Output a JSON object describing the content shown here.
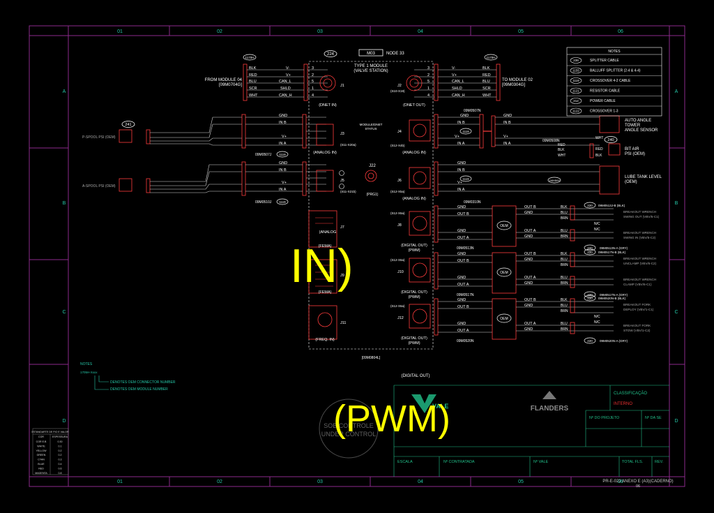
{
  "frame": {
    "columns": [
      "01",
      "02",
      "03",
      "04",
      "05",
      "06"
    ],
    "rows": [
      "A",
      "B",
      "C",
      "D"
    ]
  },
  "colors": {
    "background": "#000000",
    "frame": "#8c2a8c",
    "text": "#ffffff",
    "wire": "#d8d8d8",
    "connector": "#ff3c3c",
    "title_block": "#22c08a",
    "watermark": "#ffff00",
    "grid_label": "#26c7a8"
  },
  "header": {
    "module_ref": "M03",
    "node": "NODE 33",
    "ref_224": "224",
    "module_title_1": "TYPE 1 MODULE",
    "module_title_2": "(VALVE STATION)",
    "from_module": "FROM MODULE 04",
    "from_module_ref": "[09M0704G]",
    "to_module": "TO MODULE 02",
    "to_module_ref": "[09M0304G]",
    "ref_tag_left": "1170H",
    "ref_tag_right": "1170H"
  },
  "net_left": {
    "colors": [
      "BLK",
      "RED",
      "BLU",
      "SCR",
      "WHT"
    ],
    "signals": [
      "V-",
      "V+",
      "CAN_L",
      "SHLD",
      "CAN_H"
    ],
    "pins": [
      "3",
      "2",
      "5",
      "1",
      "4"
    ]
  },
  "net_right": {
    "colors": [
      "BLK",
      "RED",
      "BLU",
      "SCR",
      "WHT"
    ],
    "signals": [
      "V-",
      "V+",
      "CAN_L",
      "SHLD",
      "CAN_H"
    ],
    "pins": [
      "3",
      "2",
      "5",
      "1",
      "4"
    ]
  },
  "connectors": {
    "j1": "J1",
    "j2": "J2",
    "j3": "J3",
    "j4": "J4",
    "j5": "J5",
    "j6": "J6",
    "j7": "J7",
    "j8": "J8",
    "j9": "J9",
    "j10": "J10",
    "j11": "J11",
    "j12": "J12",
    "j22": "J22",
    "dnet_in": "(DNET IN)",
    "dnet_out": "(DNET OUT)",
    "analog_in": "(ANALOG IN)",
    "analog": "(ANALOG",
    "fema": "(FEMA)",
    "freq_in": "(FREQ. IN)",
    "digital_out_pwm": "(DIGITAL OUT) (PWM)",
    "digital_out": "(DIGITAL OUT)",
    "prg": "(PRG1)",
    "module_status_1": "MODULE/DNET",
    "module_status_2": "STATUS",
    "module_ref_bottom": "[09M0804L]",
    "part_1": "(S10-X19)",
    "part_2": "(S11-X20a)",
    "part_3": "(S11-X21b)",
    "part_4": "(S12-X4b)",
    "part_5": "(S12-X5a)",
    "part_6": "(S12-X6a)"
  },
  "left_sensors": {
    "ref_241": "241",
    "sensor1": "P-SPOOL PSI (OEM)",
    "sensor2": "A-SPOOL PSI (OEM)",
    "cable1": "09M0507J",
    "cable2": "09M0510J",
    "ref_1119": "1119",
    "wires_top": [
      "GND",
      "IN B",
      "V+",
      "IN A"
    ],
    "wires_bottom": [
      "GND",
      "IN B",
      "V+",
      "IN A"
    ]
  },
  "right_devices": {
    "auto_angle": [
      "AUTO ANGLE",
      "TOWER",
      "ANGLE SENSOR"
    ],
    "bit_air": [
      "BIT AIR",
      "PSI (OEM)"
    ],
    "lube_tank": [
      "LUBE TANK LEVEL",
      "(OEM)"
    ],
    "ref_240": "240",
    "cable_507n": "09M0507N",
    "cable_508n": "09M0508N",
    "cable_310n": "09M0310N",
    "cable_513n": "09M0513N",
    "cable_517n": "09M0517N",
    "cable_520n": "09M0520N",
    "ref_1119": "1119",
    "tag_hmv": "1MH509",
    "wires_bitair": [
      "WHT",
      "RED",
      "BLK",
      "WHT",
      "RED",
      "BLK"
    ],
    "wires_analog": [
      "GND",
      "IN B",
      "V+",
      "IN A"
    ],
    "wires_analog2": [
      "GND",
      "IN B",
      "V+",
      "IN A"
    ]
  },
  "pwm_groups": [
    {
      "oem": "OEM",
      "ref_top": "220",
      "ref_top_label": "09M0513J-B (BLK)",
      "ref_bot": "220",
      "ref_bot_label": "09M0513N-A (GRY)",
      "inner": [
        "GND",
        "OUT B",
        "GND",
        "OUT A"
      ],
      "outer": [
        "OUT B",
        "GND",
        "OUT A",
        "GND"
      ],
      "colors": [
        "BLK",
        "BLU",
        "BRN",
        "BLU",
        "BRN"
      ],
      "nc": "N/C",
      "label1": "BREAKOUT WRENCH SWING OUT (VBV/5-C1)",
      "label2": "BREAKOUT WRENCH SWING IN (VBV/5-C2)"
    },
    {
      "oem": "OEM",
      "ref_top": "220",
      "ref_top_label": "09M0517N-B (BLK)",
      "ref_bot": "220",
      "ref_bot_label": "09M0517N-A (GRY)",
      "inner": [
        "GND",
        "OUT B",
        "GND",
        "OUT A"
      ],
      "outer": [
        "OUT B",
        "GND",
        "OUT A",
        "GND"
      ],
      "colors": [
        "BLK",
        "BLU",
        "BRN",
        "BLU",
        "BRN"
      ],
      "nc": "",
      "label1": "BREAKOUT WRENCH UNCLAMP (VBV/6-C2)",
      "label2": "BREAKOUT WRENCH CLAMP (VBV/6-C1)"
    },
    {
      "oem": "OEM",
      "ref_top": "220",
      "ref_top_label": "09M0520N-B (BLK)",
      "ref_bot": "220",
      "ref_bot_label": "09M0520N-A (GRY)",
      "inner": [
        "GND",
        "OUT B",
        "GND",
        "OUT A"
      ],
      "outer": [
        "OUT B",
        "GND",
        "OUT A",
        "GND"
      ],
      "colors": [
        "BLK",
        "BLU",
        "BRN",
        "BLU",
        "BRN"
      ],
      "nc": "N/C",
      "label1": "BREAKOUT FORK DEPLOY (VBV/1-C1)",
      "label2": "BREAKOUT FORK STOW (VBV/1-C2)"
    }
  ],
  "legend": {
    "title": "NOTES",
    "items": [
      {
        "num": "239",
        "text": "SPLITTER CABLE"
      },
      {
        "num": "1155",
        "text": "BALLUFF SPLITTER (2-4 & 4-4)"
      },
      {
        "num": "1119",
        "text": "CROSSOVER 4-2 CABLE"
      },
      {
        "num": "1121",
        "text": "RESISTOR CABLE"
      },
      {
        "num": "212",
        "text": "POWER CABLE"
      },
      {
        "num": "1122",
        "text": "CROSSOVER 1-3"
      }
    ]
  },
  "notes": {
    "title": "NOTES",
    "sample": "1705H-Xxxx",
    "line1": "DENOTES OEM CONNECTOR NUMBER",
    "line2": "DENOTES OEM MODULE NUMBER"
  },
  "wire_table": {
    "header": [
      "ESTANDARTE DE FIO E VALOR",
      ""
    ],
    "cols": [
      "COR",
      "ESPESSURA"
    ],
    "rows": [
      [
        "COR E.B",
        "0.30"
      ],
      [
        "WHITE",
        "0.1"
      ],
      [
        "YELLOW",
        "0.2"
      ],
      [
        "GREEN",
        "0.2"
      ],
      [
        "CYAN",
        "0.3"
      ],
      [
        "BLUE",
        "0.4"
      ],
      [
        "RED",
        "0.6"
      ],
      [
        "MAGENTA",
        "0.8"
      ]
    ]
  },
  "title_block": {
    "brand1": "VALE",
    "brand2": "FLANDERS",
    "classificacao": "CLASSIFICAÇÃO",
    "interno": "INTERNO",
    "no_projeto": "Nº DO PROJETO",
    "no_se": "Nº DA SE",
    "escala": "ESCALA",
    "no_contratada": "Nº CONTRATADA",
    "no_vale": "Nº VALE",
    "total_fls": "TOTAL FLS.",
    "rev": "REV.",
    "doc_number": "PR-E-022 ANEXO E (A3)(CADERNO)",
    "sheet": "06",
    "stamp_line1": "SOB CONTROLE",
    "stamp_line2": "UNDER CONTROL"
  },
  "watermark": {
    "line1": "IN)",
    "line2": "(PWM)"
  }
}
